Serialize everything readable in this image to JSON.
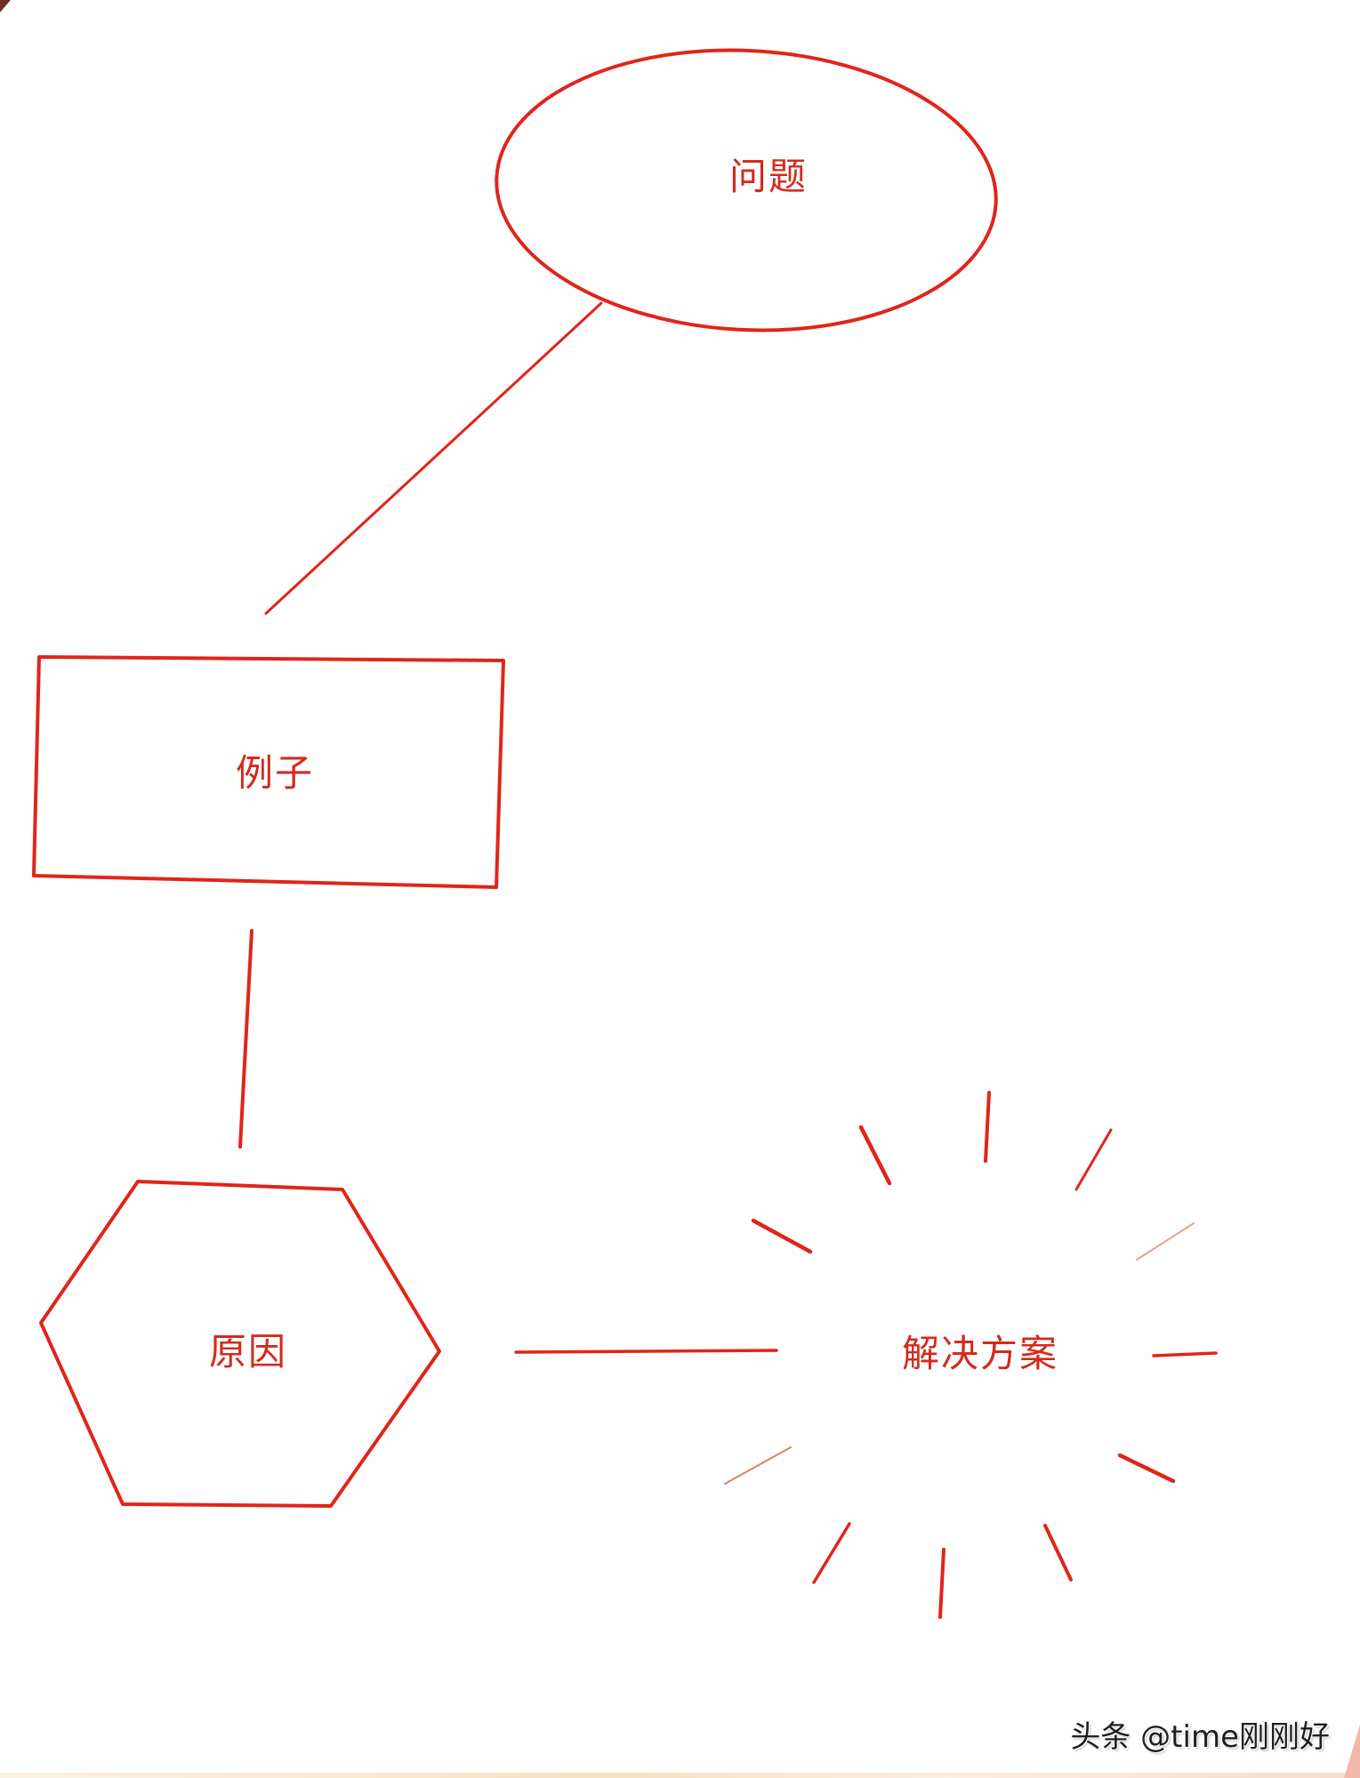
{
  "diagram": {
    "stroke_color": "#e0251a",
    "text_color": "#d42a1e",
    "nodes": {
      "problem": {
        "label": "问题",
        "shape": "ellipse"
      },
      "example": {
        "label": "例子",
        "shape": "rectangle"
      },
      "cause": {
        "label": "原因",
        "shape": "hexagon"
      },
      "solution": {
        "label": "解决方案",
        "shape": "starburst"
      }
    },
    "edges": [
      {
        "from": "问题",
        "to": "例子"
      },
      {
        "from": "例子",
        "to": "原因"
      },
      {
        "from": "原因",
        "to": "解决方案"
      }
    ]
  },
  "watermark": {
    "text": "头条 @time刚刚好"
  }
}
